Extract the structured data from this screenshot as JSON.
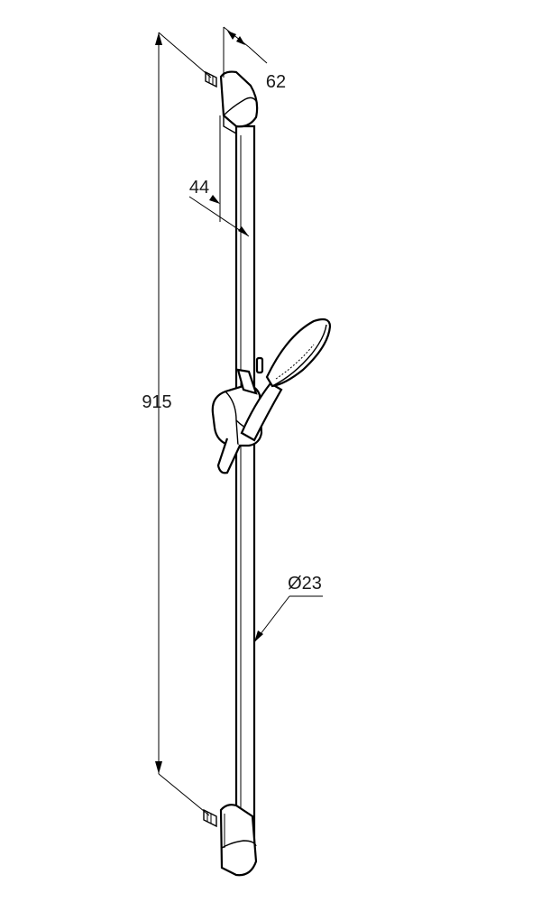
{
  "dimensions": {
    "total_height": "915",
    "bracket_depth": "62",
    "bar_offset": "44",
    "bar_diameter": "Ø23"
  }
}
